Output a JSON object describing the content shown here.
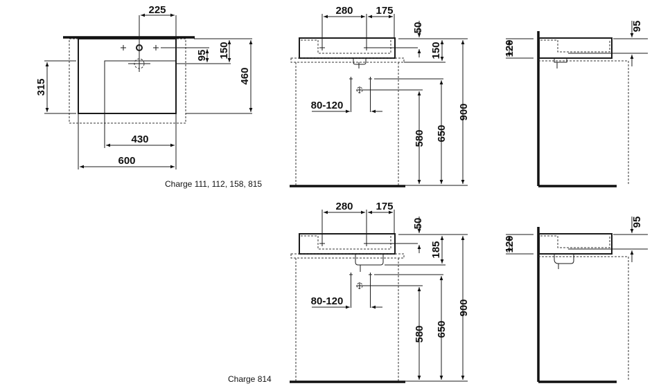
{
  "plan_view": {
    "dim_tap_offset": "225",
    "dim_tap_to_drain": "95",
    "dim_drain_from_back": "150",
    "dim_depth": "460",
    "dim_recess_depth": "315",
    "dim_bowl_width": "430",
    "dim_width": "600",
    "caption": "Charge 111, 112, 158, 815"
  },
  "front_view_top": {
    "dim_280": "280",
    "dim_175": "175",
    "dim_50": "50",
    "dim_150": "150",
    "dim_900": "900",
    "dim_650": "650",
    "dim_580": "580",
    "dim_80_120": "80-120"
  },
  "side_view_top": {
    "dim_120": "120",
    "dim_95": "95"
  },
  "front_view_bottom": {
    "dim_280": "280",
    "dim_175": "175",
    "dim_50": "50",
    "dim_185": "185",
    "dim_900": "900",
    "dim_650": "650",
    "dim_580": "580",
    "dim_80_120": "80-120",
    "caption": "Charge 814"
  },
  "side_view_bottom": {
    "dim_120": "120",
    "dim_95": "95"
  }
}
